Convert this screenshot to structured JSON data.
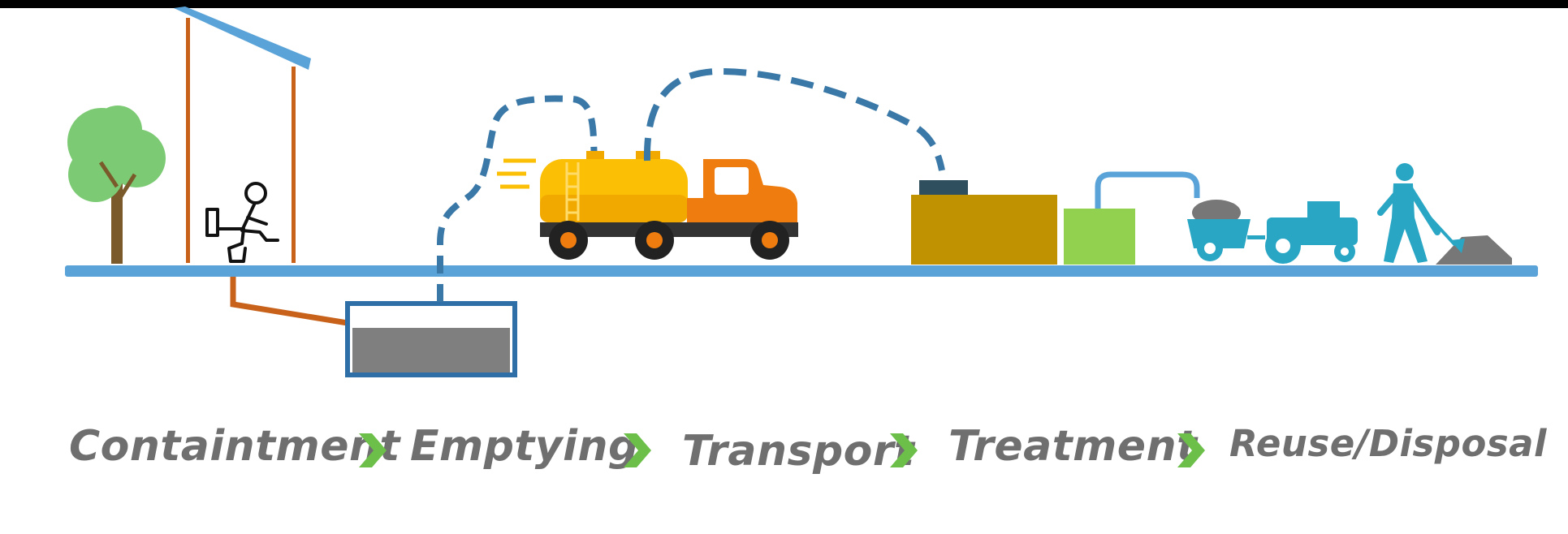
{
  "diagram": {
    "stages": [
      {
        "label": "Containtment"
      },
      {
        "label": "Emptying"
      },
      {
        "label": "Transport"
      },
      {
        "label": "Treatment"
      },
      {
        "label": "Reuse/Disposal"
      }
    ]
  },
  "colors": {
    "ground": "#5aa3d8",
    "pipe": "#c8621b",
    "hose": "#3a78a8",
    "tank_fill": "#7f7f7f",
    "truck_tank": "#fbbf06",
    "truck_cab": "#ef7c0e",
    "treatment_brown": "#c09100",
    "treatment_green": "#92d050",
    "reuse_teal": "#2aa6c5",
    "chevron": "#6cc04a",
    "label_text": "#6f6f6f",
    "tree_leaf": "#7ccb74",
    "tree_trunk": "#7a5a2a"
  }
}
